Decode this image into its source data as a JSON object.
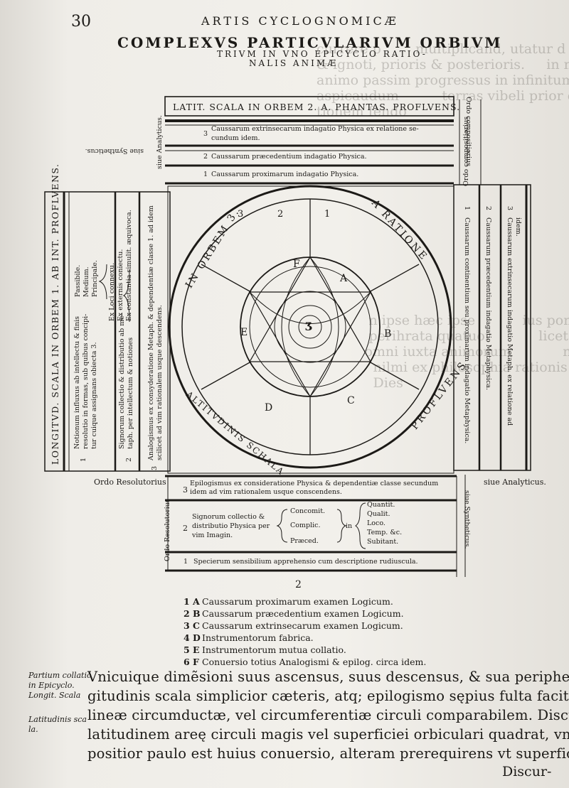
{
  "header": {
    "page_number": "30",
    "running_head": "ARTIS CYCLOGNOMICÆ",
    "title": "COMPLEXVS PARTICVLARIVM ORBIVM",
    "subtitle_line1": "TRIVM IN VNO EPICYCLO RATIO-",
    "subtitle_line2": "NALIS ANIMÆ"
  },
  "diagram": {
    "top_scale": "LATIT. SCALA IN ORBEM 2. A. PHANTAS. PROFLVENS.",
    "top_rows": [
      {
        "num": "3",
        "text": "Caussarum extrinsecarum indagatio Physica ex relatione se-",
        "text2": "cundum idem."
      },
      {
        "num": "2",
        "text": "Caussarum præcedentium indagatio Physica."
      },
      {
        "num": "1",
        "text": "Caussarum proximarum indagatio Physica."
      }
    ],
    "side_labels": {
      "sive_analyticus_top": "siue Analyticus.",
      "sive_syntheticus_top": "siue Syntheticus.",
      "ordo_compositorius": "Ordo compositiorius",
      "ordo_compositorius_inv": "Ordo compositiorius",
      "ordo_resolutorius": "Ordo Resolutorius",
      "ordo_resolutorius_side": "Ordo Resolutorius",
      "sive_analyticus_bottom": "siue Analyticus.",
      "sive_syntheticus_bottom": "siue Syntheticus."
    },
    "left_scale": {
      "title": "LONGITVD. SCALA IN ORBEM 1. AB INT. PROFLVENS.",
      "row1_num": "1",
      "row1_a": "Notionum influxus ab intellectu & finis",
      "row1_b": "resolutio in formas, sub quibus concipi-",
      "row1_c": "tur cuique assignans obiecta 3.",
      "row1_brace": [
        "Passibile.",
        "Medium.",
        "Principale."
      ],
      "row2_num": "2",
      "row2_a": "Signorum collectio & distributio ab me-",
      "row2_b": "taph. per intellectum & notiones",
      "row2_brace": [
        "Ex Loci connexu.",
        "Ex externis coniectu.",
        "Ex constantia simulit. æquivoca."
      ],
      "row3_num": "3",
      "row3_a": "Analogismus ex consyderatione Metaph. & dependentiæ classe 1. ad idem",
      "row3_b": "scilicet ad vim rationalem usque descendens."
    },
    "right_scale": {
      "row1_num": "1",
      "row1": "Caussarum continentium seu proximarum indagatio Metaphysica.",
      "row2_num": "2",
      "row2": "Caussarum præcedentium indagatio Metaphysica.",
      "row3_num": "3",
      "row3_a": "Caussarum extrinsecarum indagatio Metaph. ex relatione ad",
      "row3_b": "idem."
    },
    "ring_text": {
      "top_left": "IN ORBEM 3.",
      "top_right": "A RATIONE",
      "bottom_right": "PROFLVENS",
      "bottom_left": "ALTITVDINIS SCHALA"
    },
    "inner_numbers": [
      "3",
      "2",
      "1"
    ],
    "center_labels": {
      "hexagram_letters": [
        "E",
        "Ʒ",
        "F",
        "A",
        "B",
        "C",
        "D"
      ],
      "center_mark": "Ʒ"
    },
    "bottom_rows": {
      "row3_num": "3",
      "row3_a": "Epilogismus ex consideratione Physica & dependentiæ classe secundum",
      "row3_b": "idem ad vim rationalem usque conscendens.",
      "row2_num": "2",
      "row2_a": "Signorum collectio &",
      "row2_b": "distributio Physica per",
      "row2_c": "vim Imagin.",
      "brace_left": [
        "Concomit.",
        "Complic.",
        "Præced."
      ],
      "in_word": "in",
      "brace_right": [
        "Quantit.",
        "Qualit.",
        "Loco.",
        "Temp. &c.",
        "Subitant."
      ],
      "row1_num": "1",
      "row1": "Specierum sensibilium apprehensio cum descriptione rudiuscula."
    },
    "footer_number": "2"
  },
  "key": [
    {
      "num": "1 A",
      "text": "Caussarum proximarum examen Logicum."
    },
    {
      "num": "2 B",
      "text": "Caussarum præcedentium examen Logicum."
    },
    {
      "num": "3 C",
      "text": "Caussarum extrinsecarum examen Logicum."
    },
    {
      "num": "4 D",
      "text": "Instrumentorum fabrica."
    },
    {
      "num": "5 E",
      "text": "Instrumentorum mutua collatio."
    },
    {
      "num": "6 F",
      "text": "Conuersio totius Analogismi & epilog. circa idem."
    }
  ],
  "marginal_notes": [
    {
      "line1": "Partium collatio",
      "line2": "in Epicyclo.",
      "line3": "Longit. Scala"
    },
    {
      "line1": "Latitudinis sca",
      "line2": "la."
    }
  ],
  "body_text": [
    "Vnicuique dimẽsioni suus ascensus, suus descensus, & sua peripheria, sed lon-",
    "gitudinis scala simplicior cæteris, atq; epilogismo sępius fulta facit circuitum",
    "lineæ circumductæ, vel circumferentiæ circuli comparabilem. Discursus in",
    "latitudinem areę circuli magis vel superficiei orbiculari quadrat, vnde & com",
    "positior paulo est huius conuersio, alteram prerequirens vt superficies lineam."
  ],
  "catchword": "Discur-"
}
